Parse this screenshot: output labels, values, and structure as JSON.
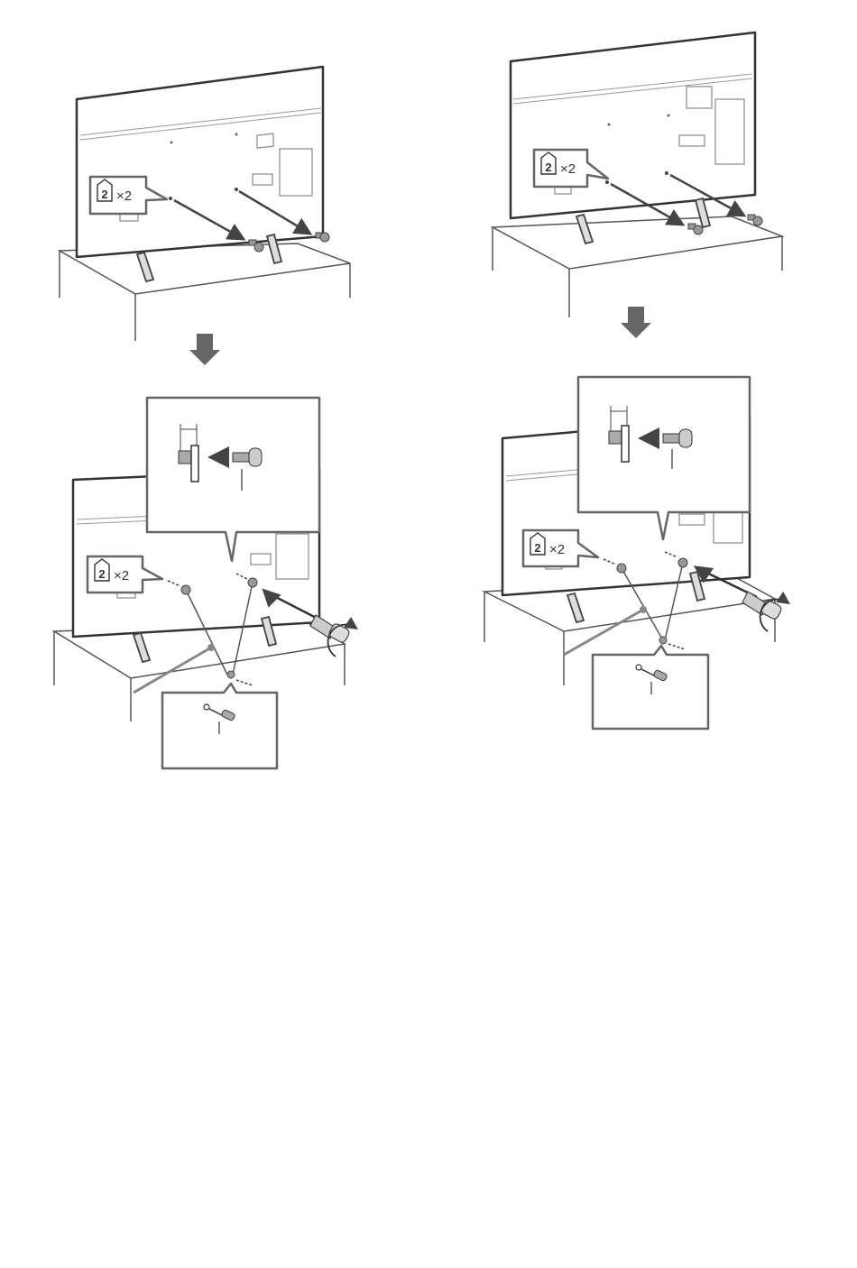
{
  "diagram": {
    "panels": [
      {
        "name": "left-procedure",
        "step1": {
          "part_number": "2",
          "quantity": "×2"
        },
        "step2": {
          "part_number": "2",
          "quantity": "×2"
        }
      },
      {
        "name": "right-procedure",
        "step1": {
          "part_number": "2",
          "quantity": "×2"
        },
        "step2": {
          "part_number": "2",
          "quantity": "×2"
        }
      }
    ],
    "colors": {
      "line": "#444444",
      "panel_fill": "#ffffff",
      "callout_border": "#666666",
      "arrow": "#555555",
      "screw": "#888888"
    },
    "icons": [
      "part-number-icon",
      "screw-icon",
      "down-arrow-icon",
      "screwdriver-icon",
      "rotation-arrow-icon",
      "cord-icon",
      "tv-stand-leg-icon"
    ]
  }
}
